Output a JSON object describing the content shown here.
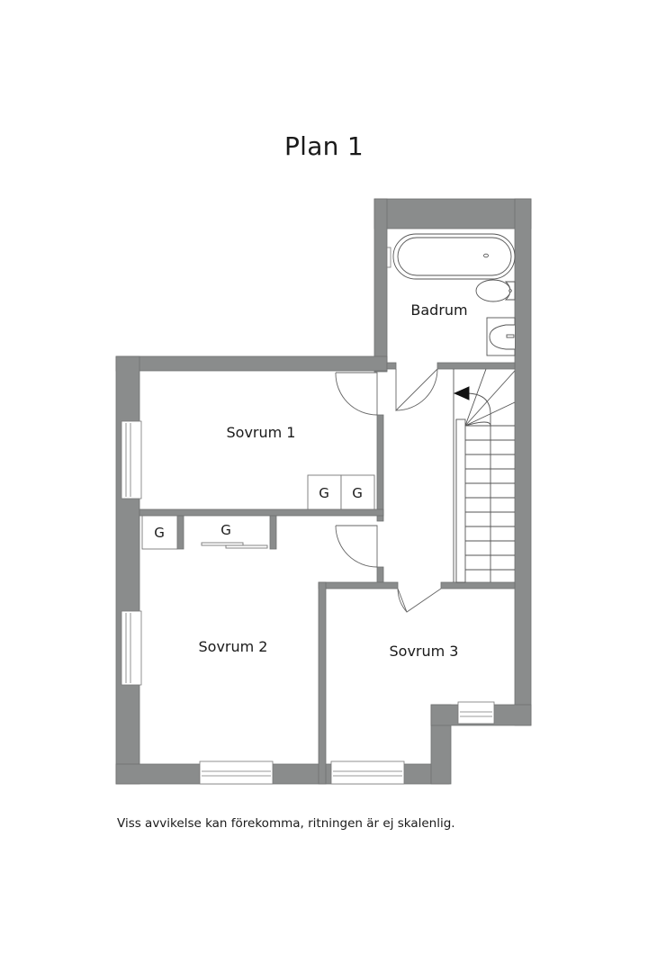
{
  "title": "Plan 1",
  "colors": {
    "wall": "#8a8c8c",
    "wall_stroke": "#6f7171",
    "line": "#555555",
    "background": "#ffffff"
  },
  "rooms": [
    {
      "id": "badrum",
      "label": "Badrum"
    },
    {
      "id": "sovrum1",
      "label": "Sovrum 1"
    },
    {
      "id": "sovrum2",
      "label": "Sovrum 2"
    },
    {
      "id": "sovrum3",
      "label": "Sovrum 3"
    }
  ],
  "closets": [
    {
      "id": "closet-sovrum1-a",
      "label": "G"
    },
    {
      "id": "closet-sovrum1-b",
      "label": "G"
    },
    {
      "id": "closet-sovrum2-a",
      "label": "G"
    },
    {
      "id": "closet-sovrum2-b",
      "label": "G"
    }
  ],
  "fixtures": [
    "bathtub-icon",
    "toilet-icon",
    "sink-icon",
    "staircase-icon"
  ],
  "disclaimer": "Viss avvikelse kan förekomma, ritningen är ej skalenlig."
}
